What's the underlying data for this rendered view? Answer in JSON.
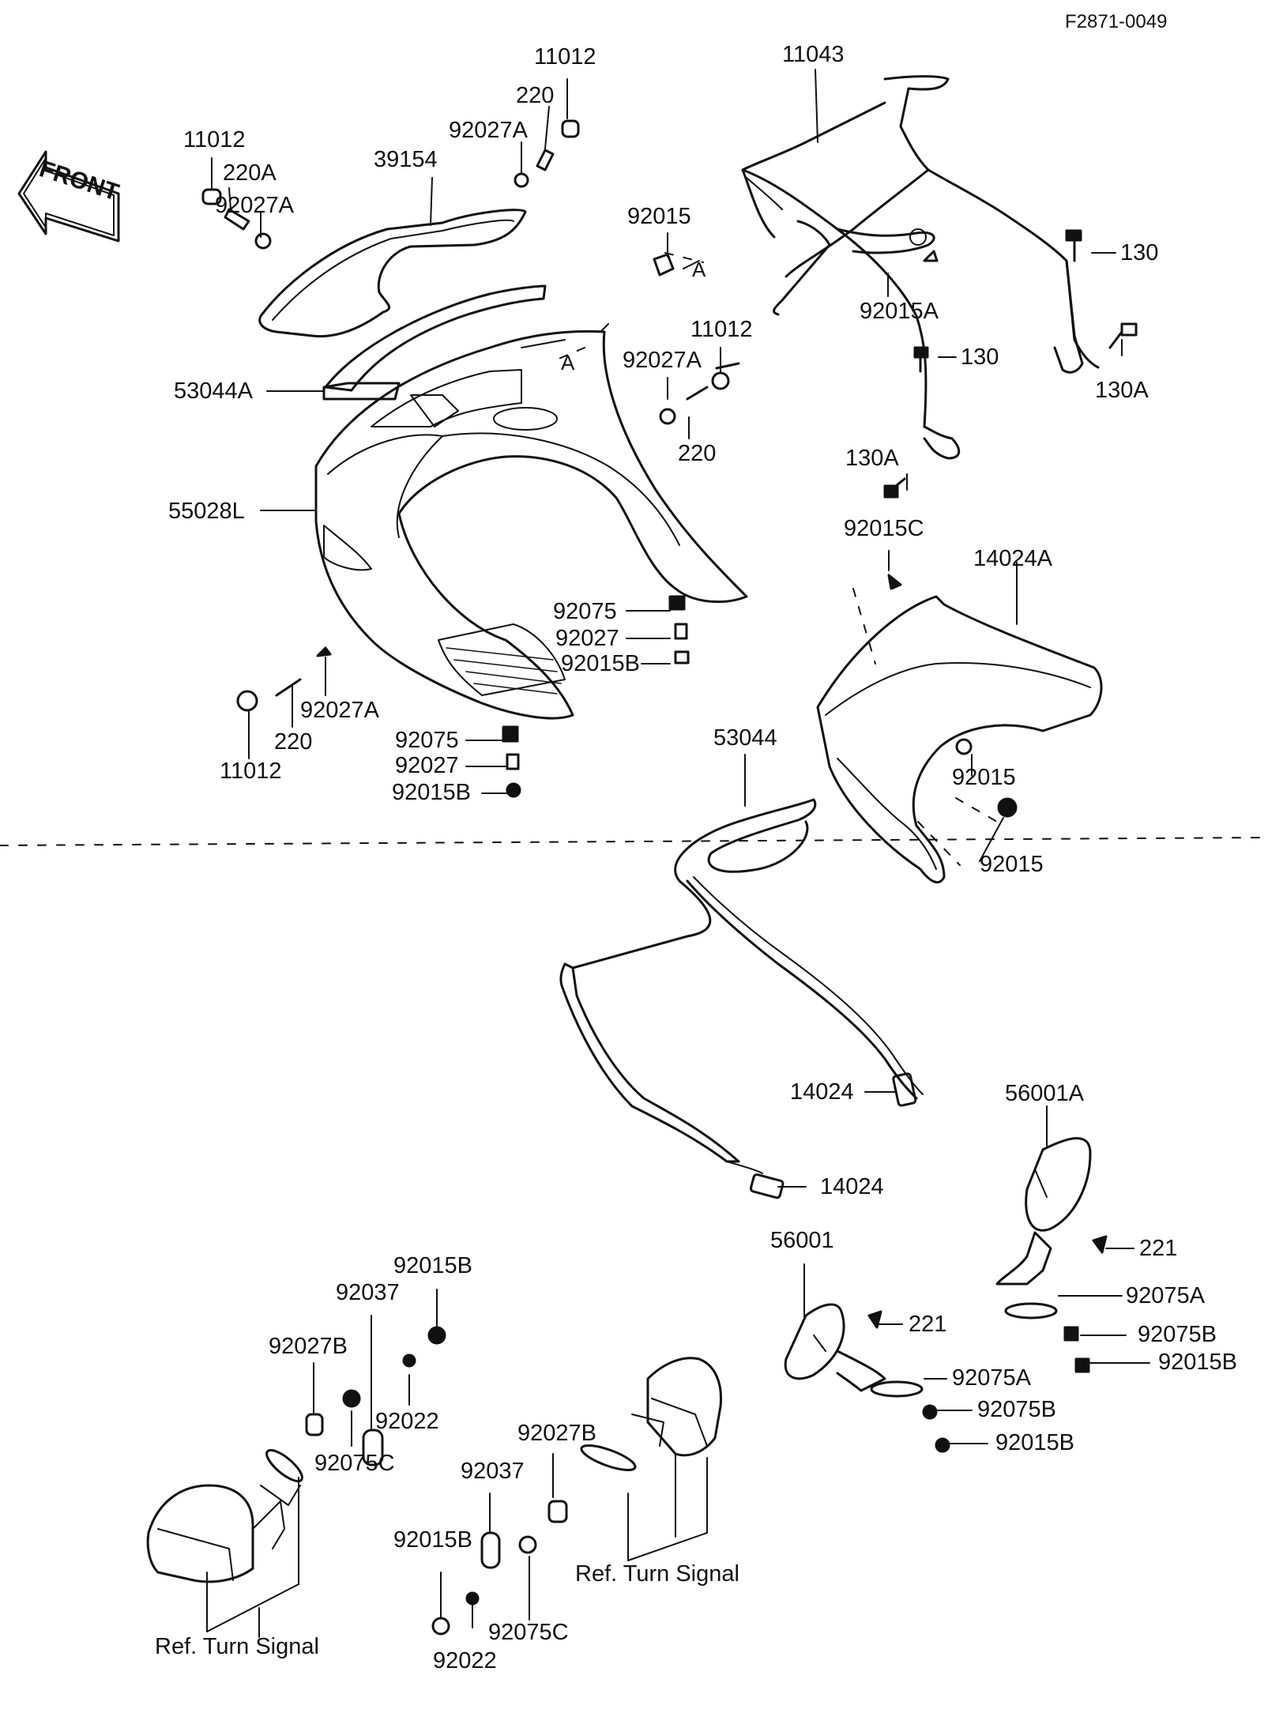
{
  "drawing_code": "F2871-0049",
  "front_arrow_label": "FRONT",
  "ref_labels": [
    "Ref. Turn Signal",
    "Ref. Turn Signal"
  ],
  "part_labels": [
    "11012",
    "220",
    "92027A",
    "11043",
    "11012",
    "220A",
    "92027A",
    "39154",
    "92015",
    "130",
    "92015A",
    "53044A",
    "11012",
    "92027A",
    "130",
    "130A",
    "220",
    "130A",
    "55028L",
    "92015C",
    "14024A",
    "92075",
    "92027",
    "92015B",
    "92027A",
    "220",
    "11012",
    "92075",
    "92027",
    "92015B",
    "53044",
    "92015",
    "92015",
    "14024",
    "56001A",
    "14024",
    "56001",
    "221",
    "92075A",
    "221",
    "92075B",
    "92015B",
    "92075A",
    "92075B",
    "92015B",
    "92015B",
    "92037",
    "92027B",
    "92022",
    "92075C",
    "92027B",
    "92037",
    "92015B",
    "92075C",
    "92022"
  ]
}
